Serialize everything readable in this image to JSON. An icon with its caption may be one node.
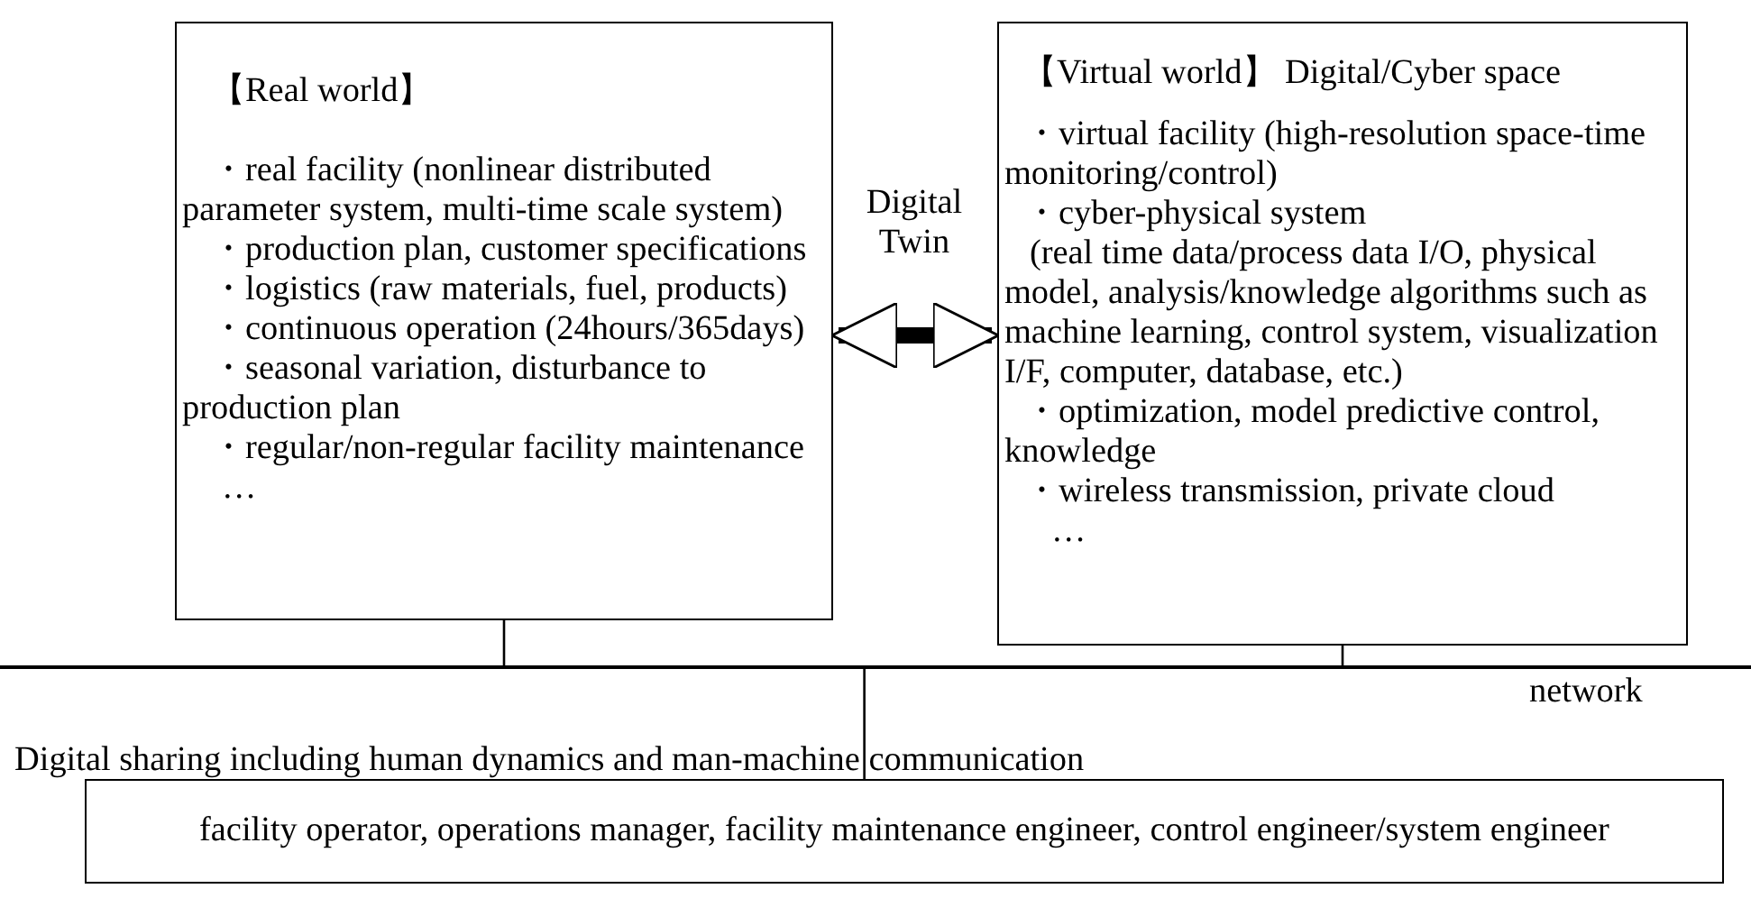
{
  "diagram": {
    "nodes": [
      {
        "text": [
          "【Real world】",
          "・real facility (nonlinear distributed parameter system, multi-time scale system)",
          "・production plan, customer specifications",
          "・logistics (raw materials, fuel, products)",
          "・continuous operation (24hours/365days)",
          "・seasonal variation, disturbance to production plan",
          "・regular/non-regular facility maintenance",
          "…"
        ]
      },
      {
        "text": [
          "【Virtual world】 Digital/Cyber space",
          "・virtual facility (high-resolution space-time monitoring/control)",
          "・cyber-physical system",
          "(real time data/process data I/O, physical model, analysis/knowledge algorithms such as machine learning, control system, visualization I/F, computer, database, etc.)",
          "・optimization, model predictive control, knowledge",
          "・wireless transmission, private cloud",
          "…"
        ]
      },
      {
        "text": [],
        "shape": "bar",
        "beside": [
          "network"
        ]
      },
      {
        "text": [
          "facility operator, operations manager, facility maintenance engineer, control engineer/system engineer"
        ]
      }
    ],
    "edges": [
      {
        "from": 0,
        "to": 1,
        "arrow": "both",
        "label": "Digital Twin",
        "style": "thick"
      },
      {
        "from": 0,
        "to": 2,
        "arrow": "none"
      },
      {
        "from": 1,
        "to": 2,
        "arrow": "none"
      },
      {
        "from": 2,
        "to": 3,
        "arrow": "none"
      }
    ],
    "labels": [
      "Digital sharing including human dynamics and man-machine communication"
    ]
  }
}
